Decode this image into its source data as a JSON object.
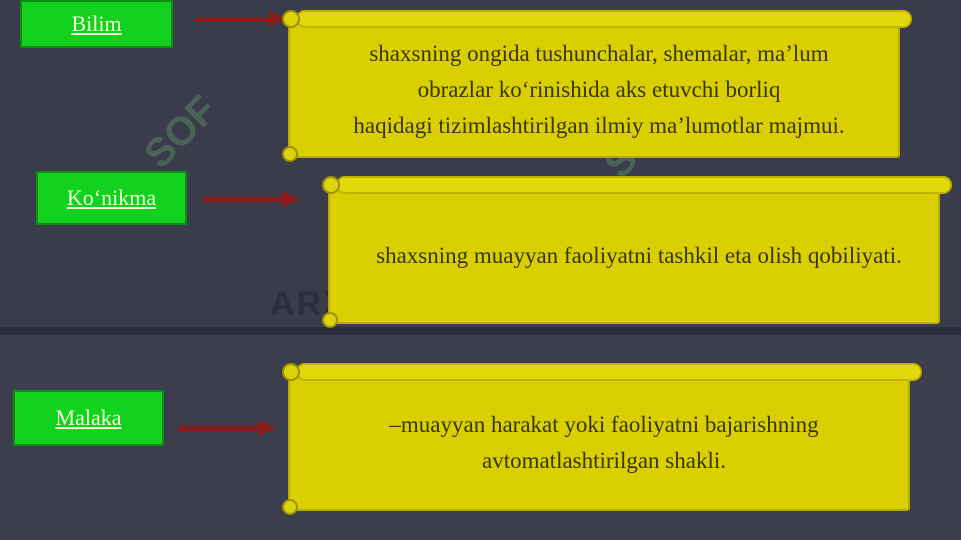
{
  "watermark": "ARXIV.UZ",
  "watermark_secondary": "SOF",
  "colors": {
    "term_bg": "#13d21f",
    "scroll_bg": "#d9cf03",
    "arrow": "#8b1a1a",
    "background": "#3b3d4d"
  },
  "rows": [
    {
      "term": "Bilim",
      "definition": "shaxsning ongida tushunchalar, shemalar, ma’lum\nobrazlar ko‘rinishida aks etuvchi borliq\nhaqidagi tizimlashtirilgan ilmiy ma’lumotlar majmui."
    },
    {
      "term": "Ko‘nikma",
      "definition": "shaxsning muayyan faoliyatni tashkil eta olish qobiliyati."
    },
    {
      "term": "Malaka",
      "definition": "–muayyan harakat yoki faoliyatni bajarishning\navtomatlashtirilgan shakli."
    }
  ]
}
